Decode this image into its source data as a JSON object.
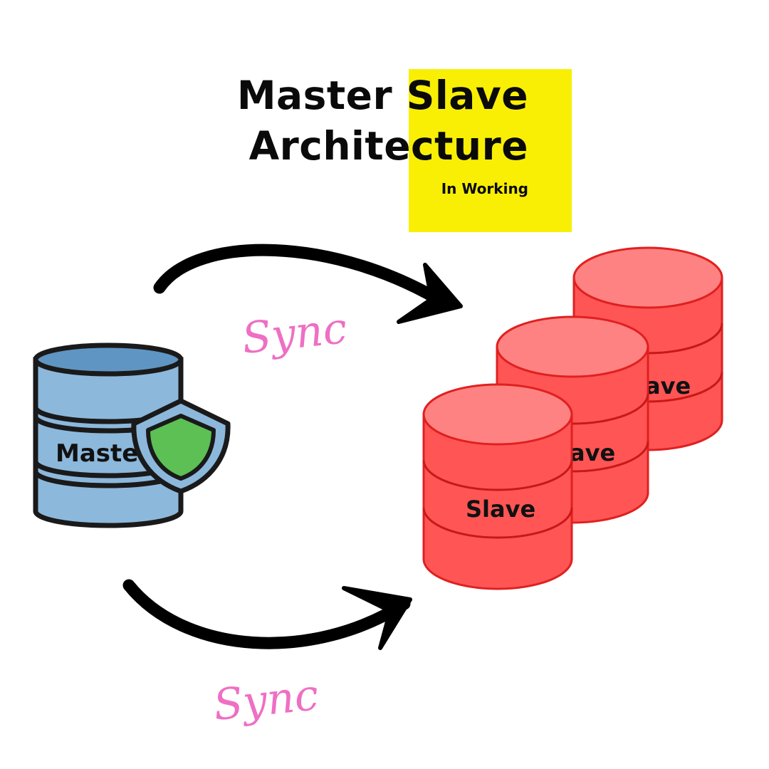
{
  "title": {
    "line1_prefix": "Master ",
    "line1_highlight": "Slave",
    "line2_prefix": "Archite",
    "line2_highlight": "cture",
    "subtitle": "In Working"
  },
  "master": {
    "label": "Master"
  },
  "slaves": [
    {
      "label": "Slave"
    },
    {
      "label": "ave"
    },
    {
      "label": "ave"
    }
  ],
  "sync_labels": [
    "Sync",
    "Sync"
  ],
  "colors": {
    "highlight": "#f9ef05",
    "master_fill": "#8cb8dc",
    "master_top": "#5f95c2",
    "shield_fill": "#5cc055",
    "slave_fill": "#ff5555",
    "slave_top": "#ff8282",
    "sync_text": "#ee6fc4"
  },
  "icons": {
    "shield": "shield-icon",
    "master_db": "database-icon",
    "slave_db": "database-icon",
    "arrow": "curved-arrow-icon"
  }
}
